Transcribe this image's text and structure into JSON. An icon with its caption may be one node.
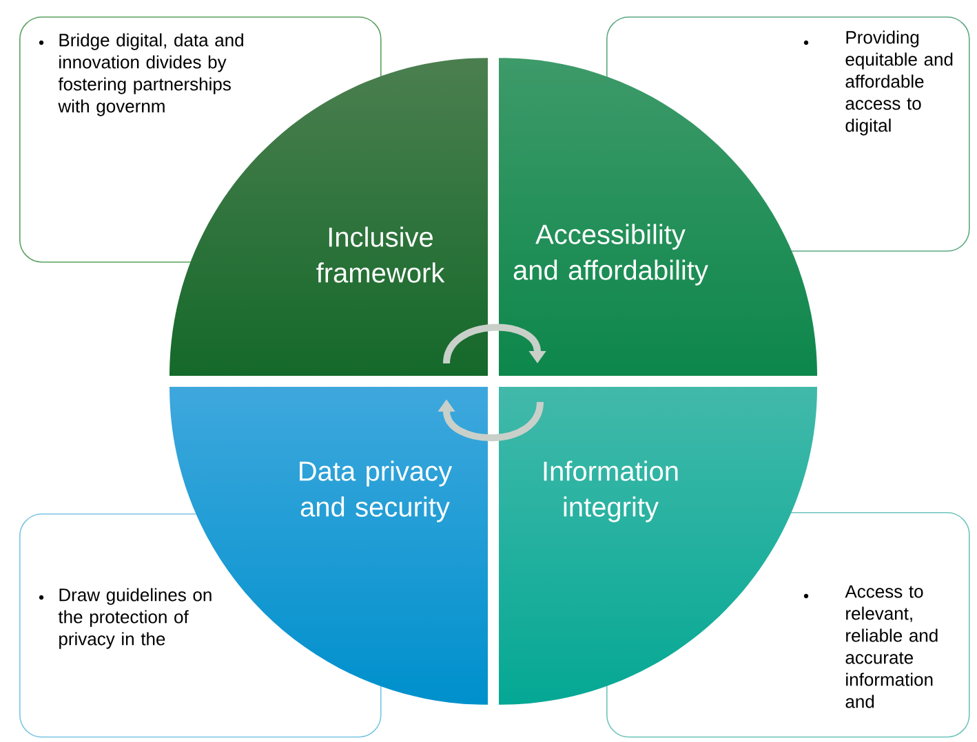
{
  "diagram": {
    "nodes": [
      {
        "text": [
          "Bridge digital, data and innovation divides by fostering partnerships with governm"
        ]
      },
      {
        "text": [
          "Providing equitable and affordable access to digital"
        ]
      },
      {
        "text": [
          "Inclusive framework"
        ]
      },
      {
        "text": [
          "Accessibility and affordability"
        ]
      },
      {
        "text": [
          "Data privacy and security"
        ]
      },
      {
        "text": [
          "Information integrity"
        ]
      },
      {
        "text": [
          "Draw guidelines on the protection of privacy in the"
        ]
      },
      {
        "text": [
          "Access to relevant, reliable and accurate information and"
        ]
      }
    ],
    "edges": [
      {
        "from": 2,
        "to": 3,
        "arrow": "to"
      },
      {
        "from": 5,
        "to": 4,
        "arrow": "to"
      }
    ]
  }
}
